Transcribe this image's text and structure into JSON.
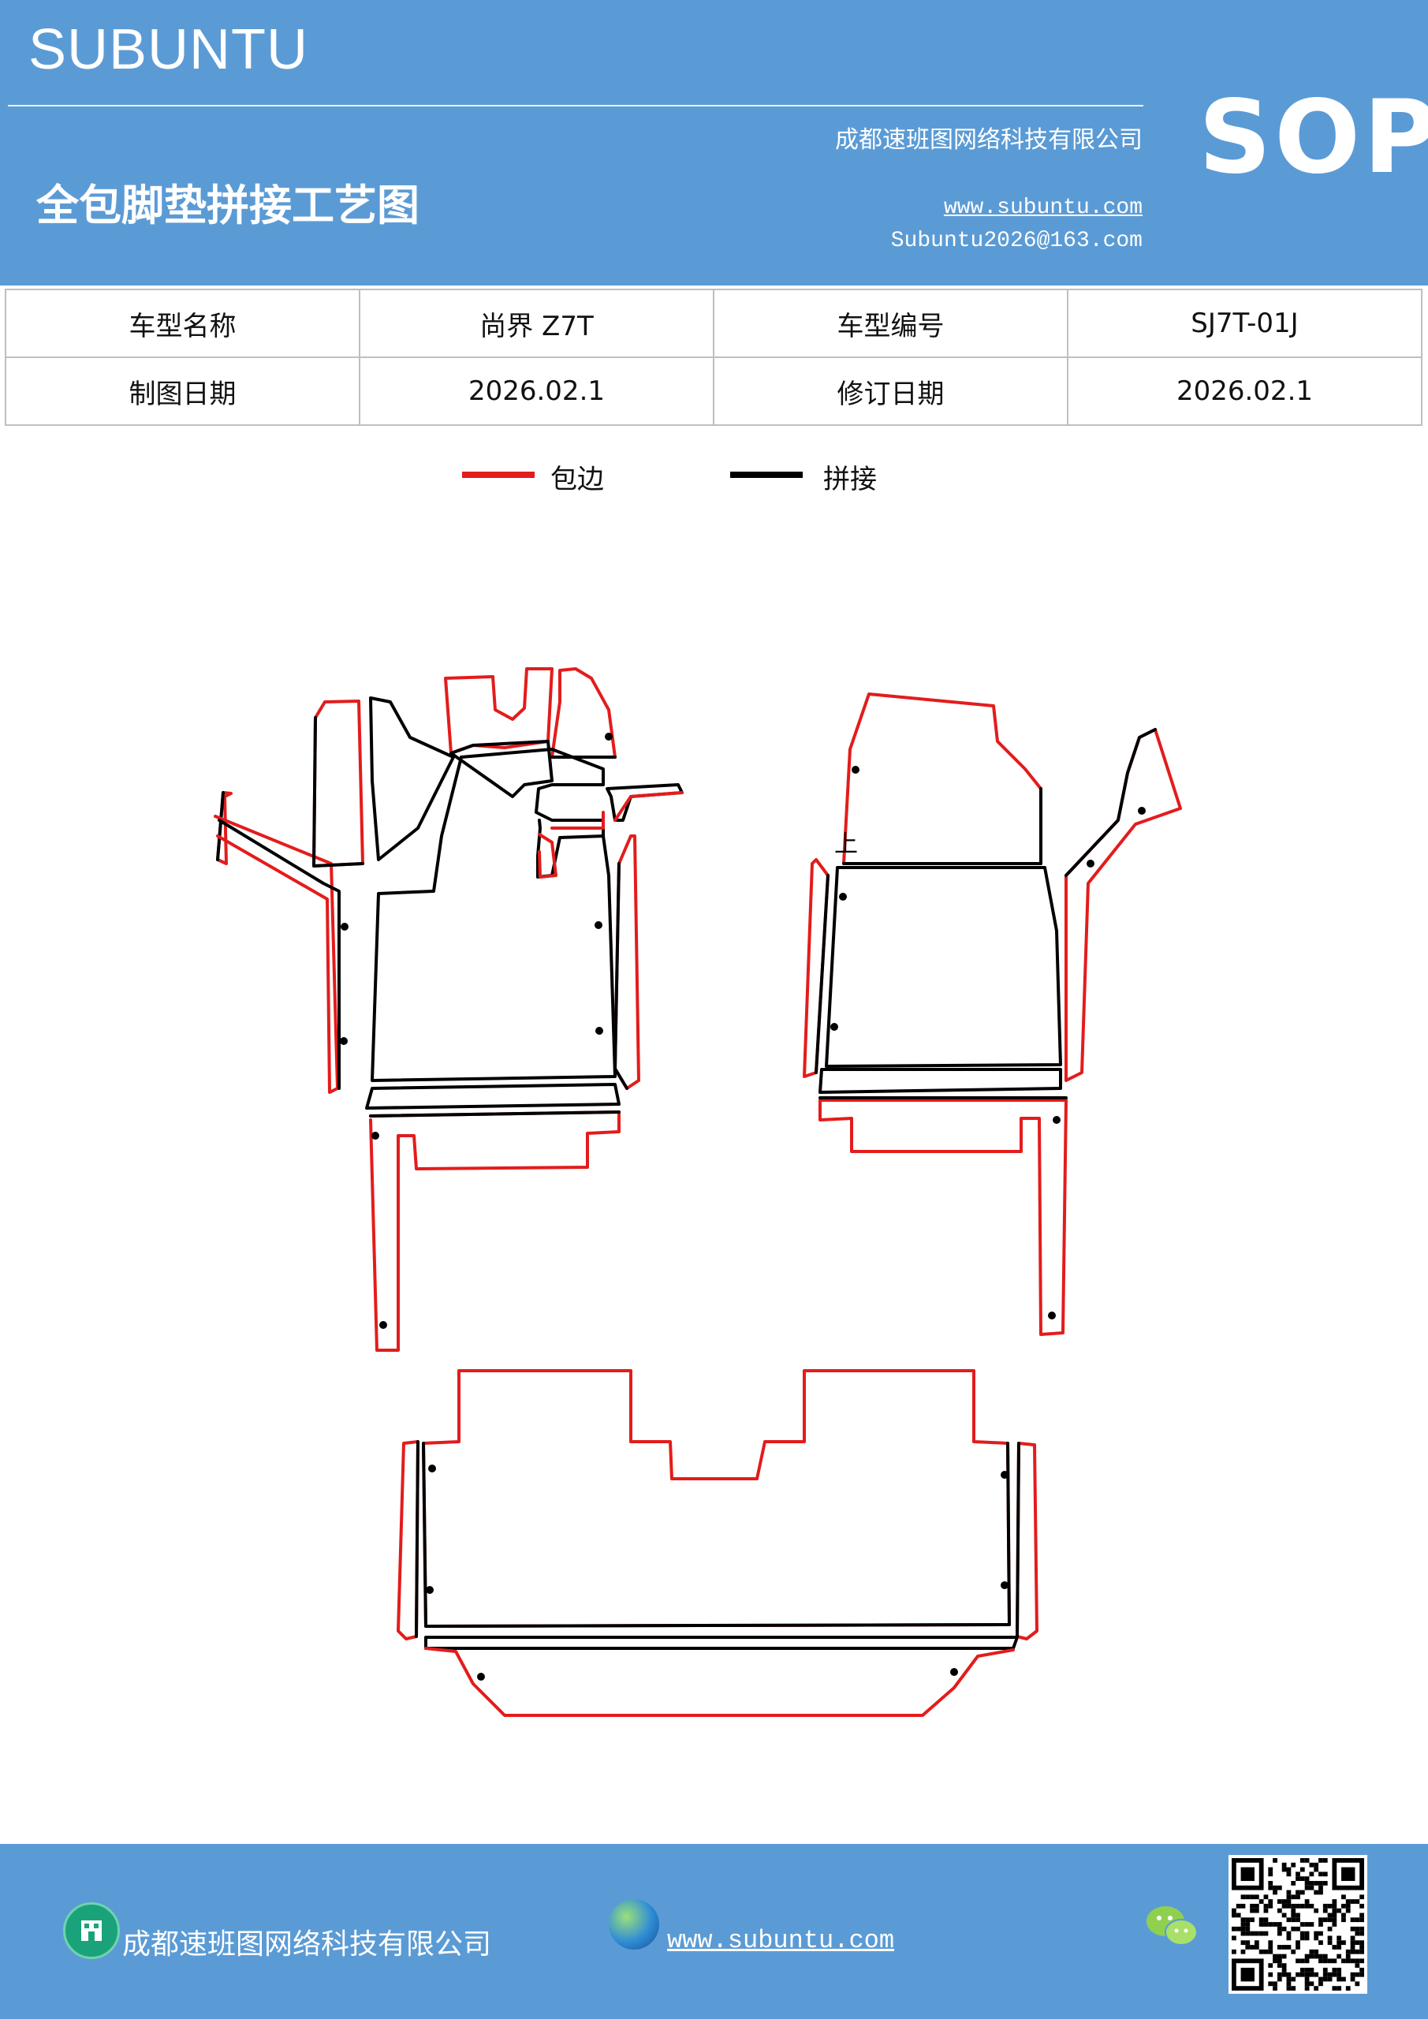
{
  "header": {
    "brand": "SUBUNTU",
    "company": "成都速班图网络科技有限公司",
    "title": "全包脚垫拼接工艺图",
    "website": "www.subuntu.com",
    "email": "Subuntu2026@163.com",
    "badge": "SOP"
  },
  "info_table": {
    "row1": [
      "车型名称",
      "尚界 Z7T",
      "车型编号",
      "SJ7T-01J"
    ],
    "row2": [
      "制图日期",
      "2026.02.1",
      "修订日期",
      "2026.02.1"
    ]
  },
  "legend": {
    "items": [
      {
        "label": "包边",
        "color": "#e31c1c"
      },
      {
        "label": "拼接",
        "color": "#000000"
      }
    ]
  },
  "diagram": {
    "marker_text": "上",
    "edge_color": "#e31c1c",
    "seam_color": "#000000"
  },
  "footer": {
    "company": "成都速班图网络科技有限公司",
    "website": "www.subuntu.com",
    "icons": [
      "company-icon",
      "globe-icon",
      "wechat-icon",
      "qr-code"
    ],
    "color": "#5b9bd5"
  }
}
